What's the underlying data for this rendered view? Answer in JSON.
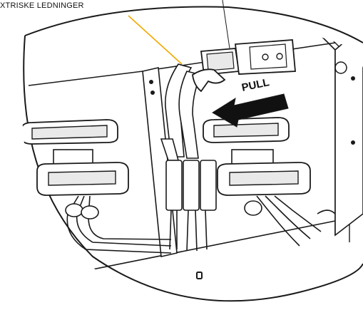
{
  "callout": {
    "label": "XTRISKE LEDNINGER",
    "leader_color": "#f2a900"
  },
  "arrow": {
    "label": "PULL",
    "direction": "left"
  },
  "colors": {
    "line": "#1a1a1a",
    "fill_light": "#ffffff",
    "fill_shade": "#e9e9e9",
    "arrow_fill": "#111111"
  }
}
